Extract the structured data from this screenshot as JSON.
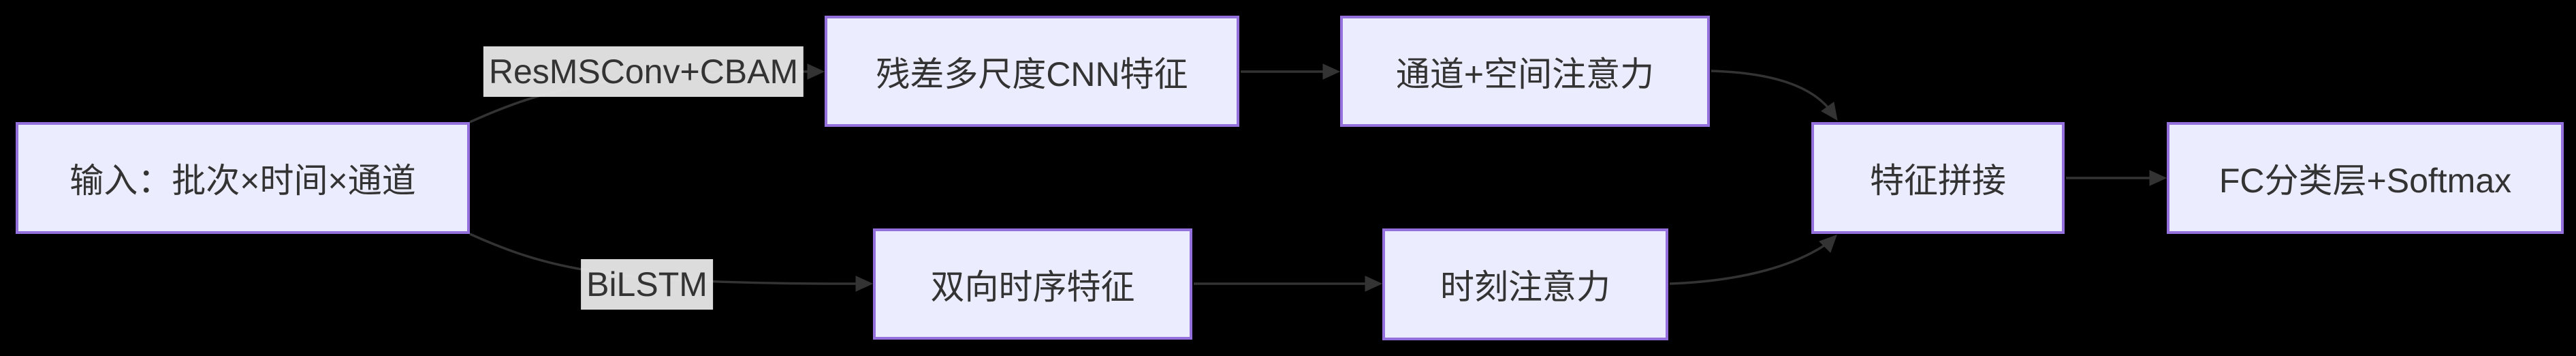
{
  "diagram": {
    "type": "flowchart",
    "direction": "left-to-right",
    "nodes": [
      {
        "id": "input",
        "label": "输入：批次×时间×通道"
      },
      {
        "id": "res_ms_cnn",
        "label": "残差多尺度CNN特征"
      },
      {
        "id": "chan_spatial_attn",
        "label": "通道+空间注意力"
      },
      {
        "id": "bi_temporal",
        "label": "双向时序特征"
      },
      {
        "id": "time_attn",
        "label": "时刻注意力"
      },
      {
        "id": "concat",
        "label": "特征拼接"
      },
      {
        "id": "fc_softmax",
        "label": "FC分类层+Softmax"
      }
    ],
    "edges": [
      {
        "from": "input",
        "to": "res_ms_cnn",
        "label": "ResMSConv+CBAM"
      },
      {
        "from": "input",
        "to": "bi_temporal",
        "label": "BiLSTM"
      },
      {
        "from": "res_ms_cnn",
        "to": "chan_spatial_attn",
        "label": ""
      },
      {
        "from": "chan_spatial_attn",
        "to": "concat",
        "label": ""
      },
      {
        "from": "bi_temporal",
        "to": "time_attn",
        "label": ""
      },
      {
        "from": "time_attn",
        "to": "concat",
        "label": ""
      },
      {
        "from": "concat",
        "to": "fc_softmax",
        "label": ""
      }
    ],
    "colors": {
      "background": "#000000",
      "node_fill": "#ECECFF",
      "node_border": "#9370DB",
      "node_text": "#333333",
      "edge_line": "#333333",
      "edge_label_bg": "#E8E8E8",
      "edge_label_text": "#333333"
    }
  }
}
